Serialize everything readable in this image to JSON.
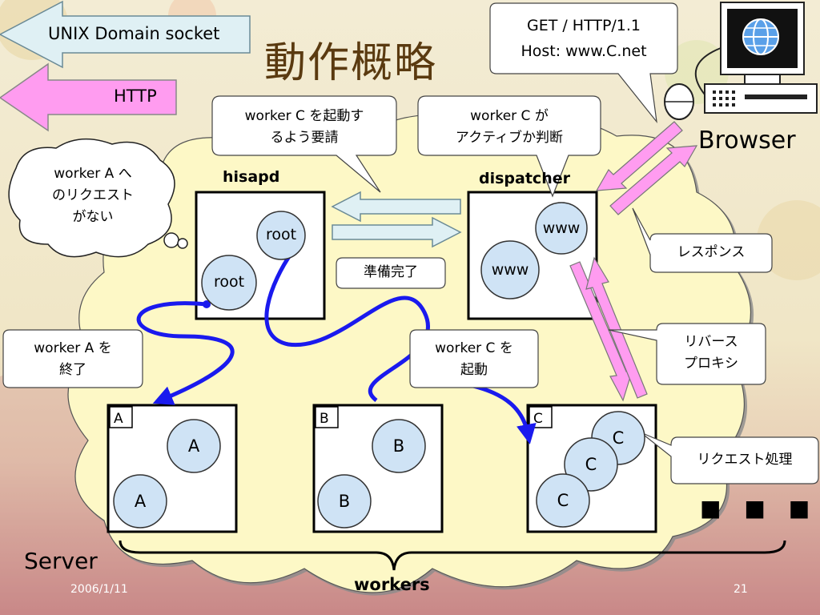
{
  "slide": {
    "title": "動作概略",
    "date": "2006/1/11",
    "page_number": "21"
  },
  "legend": {
    "unix_socket": "UNIX Domain socket",
    "http": "HTTP"
  },
  "http_request": {
    "line1": "GET / HTTP/1.1",
    "line2": "Host: www.C.net"
  },
  "labels": {
    "browser": "Browser",
    "server": "Server",
    "workers": "workers",
    "hisapd": "hisapd",
    "dispatcher": "dispatcher",
    "ellipsis": "■ ■ ■"
  },
  "callouts": {
    "start_c_request": "worker C を起動す\nるよう要請",
    "c_active": "worker C が\nアクティブか判断",
    "no_request_a": "worker A へ\nのリクエスト\nがない",
    "ready": "準備完了",
    "response": "レスポンス",
    "reverse_proxy": "リバース\nプロキシ",
    "end_a": "worker A を\n終了",
    "start_c": "worker C を\n起動",
    "request_processing": "リクエスト処理"
  },
  "processes": {
    "root": "root",
    "www": "www",
    "a": "A",
    "b": "B",
    "c": "C"
  },
  "colors": {
    "cloud_fill": "#fdf8c6",
    "process_fill": "#cfe3f5",
    "unix_arrow_fill": "#dff0f4",
    "http_arrow_fill": "#ff9cf0",
    "control_line": "#1a1aee"
  }
}
